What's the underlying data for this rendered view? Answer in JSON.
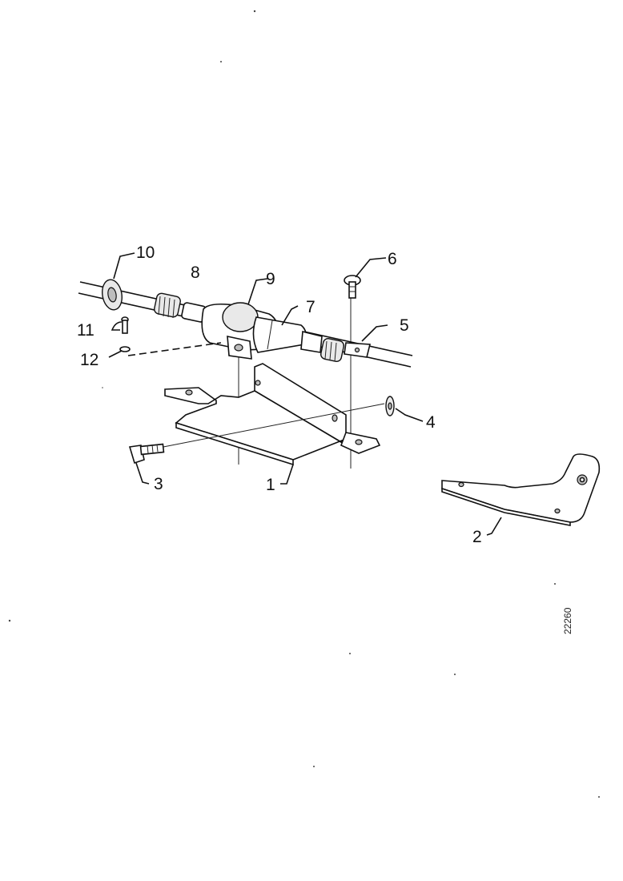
{
  "diagram": {
    "callouts": {
      "c1": "1",
      "c2": "2",
      "c3": "3",
      "c4": "4",
      "c5": "5",
      "c6": "6",
      "c7": "7",
      "c8": "8",
      "c9": "9",
      "c10": "10",
      "c11": "11",
      "c12": "12"
    },
    "reference_number": "22260"
  }
}
